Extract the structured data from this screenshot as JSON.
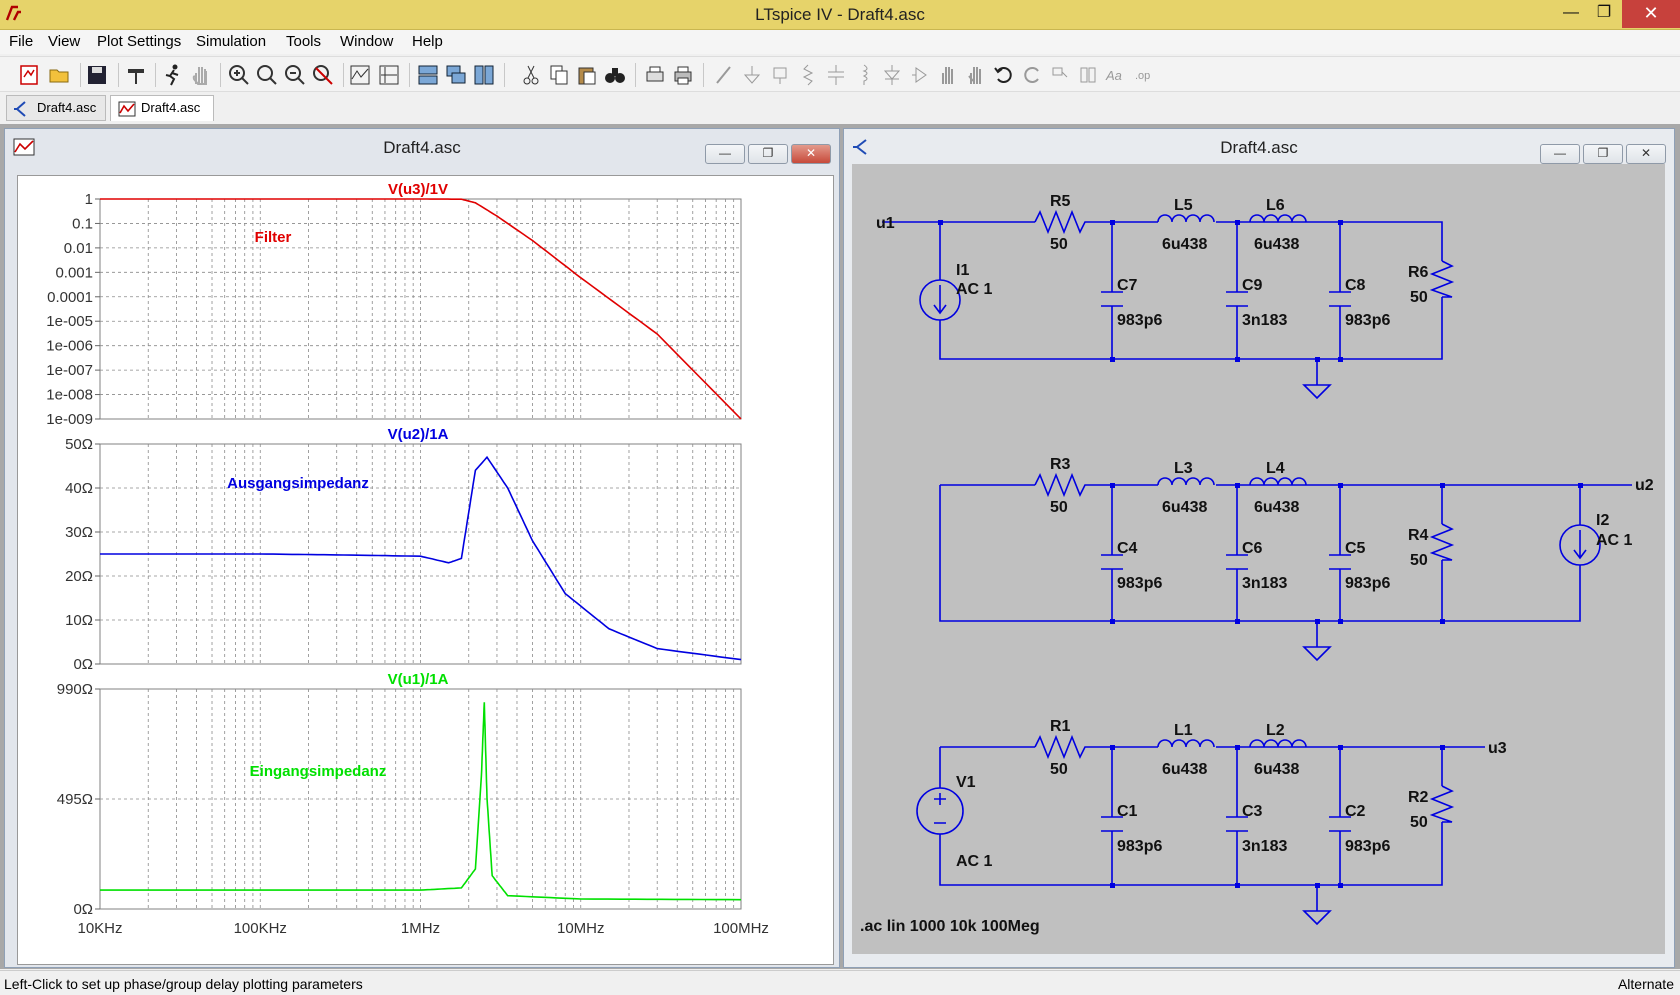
{
  "app": {
    "title": "LTspice IV - Draft4.asc"
  },
  "menu": {
    "items": [
      "File",
      "View",
      "Plot Settings",
      "Simulation",
      "Tools",
      "Window",
      "Help"
    ]
  },
  "tabs": [
    {
      "label": "Draft4.asc",
      "kind": "schematic",
      "active": false
    },
    {
      "label": "Draft4.asc",
      "kind": "waveform",
      "active": true
    }
  ],
  "plot_window": {
    "title": "Draft4.asc"
  },
  "schematic_window": {
    "title": "Draft4.asc"
  },
  "chart_data": [
    {
      "type": "line",
      "title": "V(u3)/1V",
      "annotation": "Filter",
      "color": "#e00000",
      "xscale": "log",
      "xlim": [
        "10KHz",
        "100MHz"
      ],
      "ytick_labels": [
        "1",
        "0.1",
        "0.01",
        "0.001",
        "0.0001",
        "1e-005",
        "1e-006",
        "1e-007",
        "1e-008",
        "1e-009"
      ],
      "yscale": "log",
      "x": [
        10000.0,
        100000.0,
        1000000.0,
        1800000.0,
        2200000.0,
        3000000.0,
        5000000.0,
        10000000.0,
        30000000.0,
        100000000.0
      ],
      "y": [
        1,
        1,
        1,
        0.98,
        0.7,
        0.2,
        0.02,
        0.0006,
        3e-06,
        1e-09
      ]
    },
    {
      "type": "line",
      "title": "V(u2)/1A",
      "annotation": "Ausgangsimpedanz",
      "color": "#0000e0",
      "xscale": "log",
      "ytick_labels": [
        "50Ω",
        "40Ω",
        "30Ω",
        "20Ω",
        "10Ω",
        "0Ω"
      ],
      "ylim": [
        0,
        50
      ],
      "x": [
        10000.0,
        100000.0,
        300000.0,
        1000000.0,
        1500000.0,
        1800000.0,
        2200000.0,
        2600000.0,
        3500000.0,
        5000000.0,
        8000000.0,
        15000000.0,
        30000000.0,
        100000000.0
      ],
      "y": [
        25,
        25,
        24.8,
        24.5,
        23,
        24,
        44,
        47,
        40,
        28,
        16,
        8,
        3.5,
        1
      ]
    },
    {
      "type": "line",
      "title": "V(u1)/1A",
      "annotation": "Eingangsimpedanz",
      "color": "#00e000",
      "xscale": "log",
      "ytick_labels": [
        "990Ω",
        "495Ω",
        "0Ω"
      ],
      "ylim": [
        0,
        990
      ],
      "xtick_labels": [
        "10KHz",
        "100KHz",
        "1MHz",
        "10MHz",
        "100MHz"
      ],
      "x": [
        10000.0,
        100000.0,
        1000000.0,
        1800000.0,
        2200000.0,
        2400000.0,
        2500000.0,
        2600000.0,
        2800000.0,
        3500000.0,
        10000000.0,
        100000000.0
      ],
      "y": [
        85,
        85,
        85,
        95,
        180,
        600,
        930,
        500,
        150,
        60,
        45,
        42
      ]
    }
  ],
  "schematic": {
    "directive": ".ac lin 1000 10k 100Meg",
    "nets": {
      "u1": "u1",
      "u2": "u2",
      "u3": "u3"
    },
    "components": {
      "R5": {
        "name": "R5",
        "value": "50"
      },
      "L5": {
        "name": "L5",
        "value": "6u438"
      },
      "L6": {
        "name": "L6",
        "value": "6u438"
      },
      "C7": {
        "name": "C7",
        "value": "983p6"
      },
      "C9": {
        "name": "C9",
        "value": "3n183"
      },
      "C8": {
        "name": "C8",
        "value": "983p6"
      },
      "R6": {
        "name": "R6",
        "value": "50"
      },
      "I1": {
        "name": "I1",
        "value": "AC 1"
      },
      "R3": {
        "name": "R3",
        "value": "50"
      },
      "L3": {
        "name": "L3",
        "value": "6u438"
      },
      "L4": {
        "name": "L4",
        "value": "6u438"
      },
      "C4": {
        "name": "C4",
        "value": "983p6"
      },
      "C6": {
        "name": "C6",
        "value": "3n183"
      },
      "C5": {
        "name": "C5",
        "value": "983p6"
      },
      "R4": {
        "name": "R4",
        "value": "50"
      },
      "I2": {
        "name": "I2",
        "value": "AC 1"
      },
      "R1": {
        "name": "R1",
        "value": "50"
      },
      "L1": {
        "name": "L1",
        "value": "6u438"
      },
      "L2": {
        "name": "L2",
        "value": "6u438"
      },
      "C1": {
        "name": "C1",
        "value": "983p6"
      },
      "C3": {
        "name": "C3",
        "value": "3n183"
      },
      "C2": {
        "name": "C2",
        "value": "983p6"
      },
      "R2": {
        "name": "R2",
        "value": "50"
      },
      "V1": {
        "name": "V1",
        "value": "AC 1"
      }
    }
  },
  "status": {
    "text": "Left-Click to set up phase/group delay plotting parameters",
    "mode": "Alternate"
  }
}
